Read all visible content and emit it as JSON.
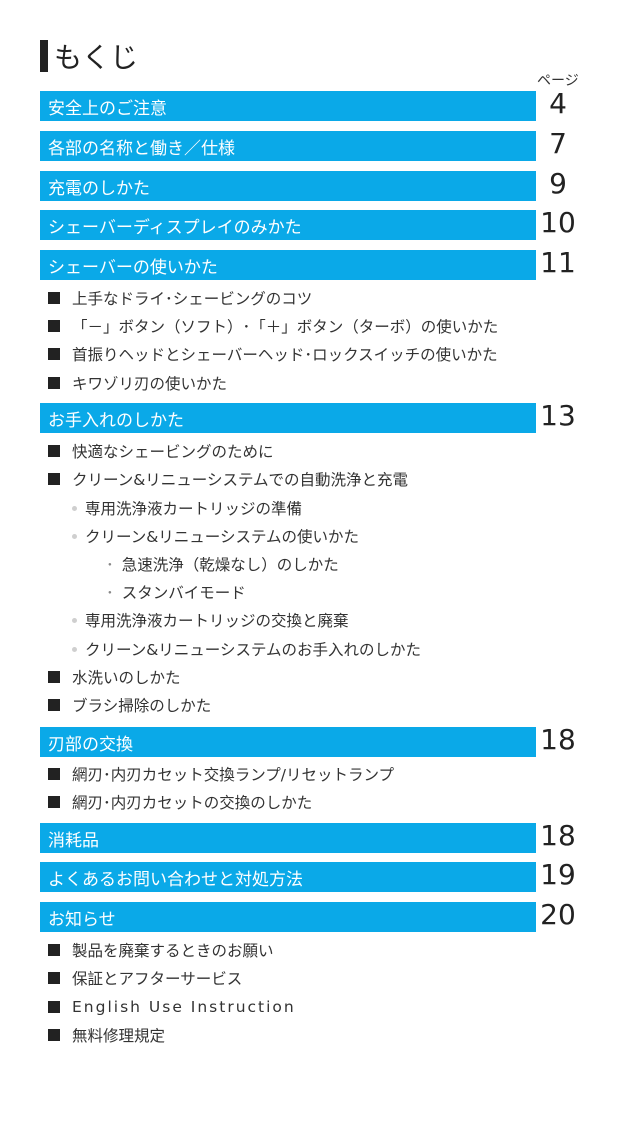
{
  "title": "もくじ",
  "page_column_label": "ページ",
  "sections": {
    "s1": {
      "label": "安全上のご注意",
      "page": "4"
    },
    "s2": {
      "label": "各部の名称と働き／仕様",
      "page": "7"
    },
    "s3": {
      "label": "充電のしかた",
      "page": "9"
    },
    "s4": {
      "label": "シェーバーディスプレイのみかた",
      "page": "10"
    },
    "s5": {
      "label": "シェーバーの使いかた",
      "page": "11"
    },
    "s6": {
      "label": "お手入れのしかた",
      "page": "13"
    },
    "s7": {
      "label": "刃部の交換",
      "page": "18"
    },
    "s8": {
      "label": "消耗品",
      "page": "18"
    },
    "s9": {
      "label": "よくあるお問い合わせと対処方法",
      "page": "19"
    },
    "s10": {
      "label": "お知らせ",
      "page": "20"
    }
  },
  "items": {
    "i1": "上手なドライ･シェービングのコツ",
    "i2": "「－」ボタン（ソフト）･「＋」ボタン（ターボ）の使いかた",
    "i3": "首振りヘッドとシェーバーヘッド･ロックスイッチの使いかた",
    "i4": "キワゾリ刃の使いかた",
    "i5": "快適なシェービングのために",
    "i6": "クリーン&リニューシステムでの自動洗浄と充電",
    "i6a": "専用洗浄液カートリッジの準備",
    "i6b": "クリーン&リニューシステムの使いかた",
    "i6b1": "急速洗浄（乾燥なし）のしかた",
    "i6b2": "スタンバイモード",
    "i6c": "専用洗浄液カートリッジの交換と廃棄",
    "i6d": "クリーン&リニューシステムのお手入れのしかた",
    "i7": "水洗いのしかた",
    "i8": "ブラシ掃除のしかた",
    "i9": "網刃･内刃カセット交換ランプ/リセットランプ",
    "i10": "網刃･内刃カセットの交換のしかた",
    "i11": "製品を廃棄するときのお願い",
    "i12": "保証とアフターサービス",
    "i13": "English Use Instruction",
    "i14": "無料修理規定"
  },
  "subsub_marker": "･",
  "colors": {
    "section_bar": "#0aa9e8",
    "bullet": "#222222",
    "sub_dot": "#cfcfcf"
  }
}
